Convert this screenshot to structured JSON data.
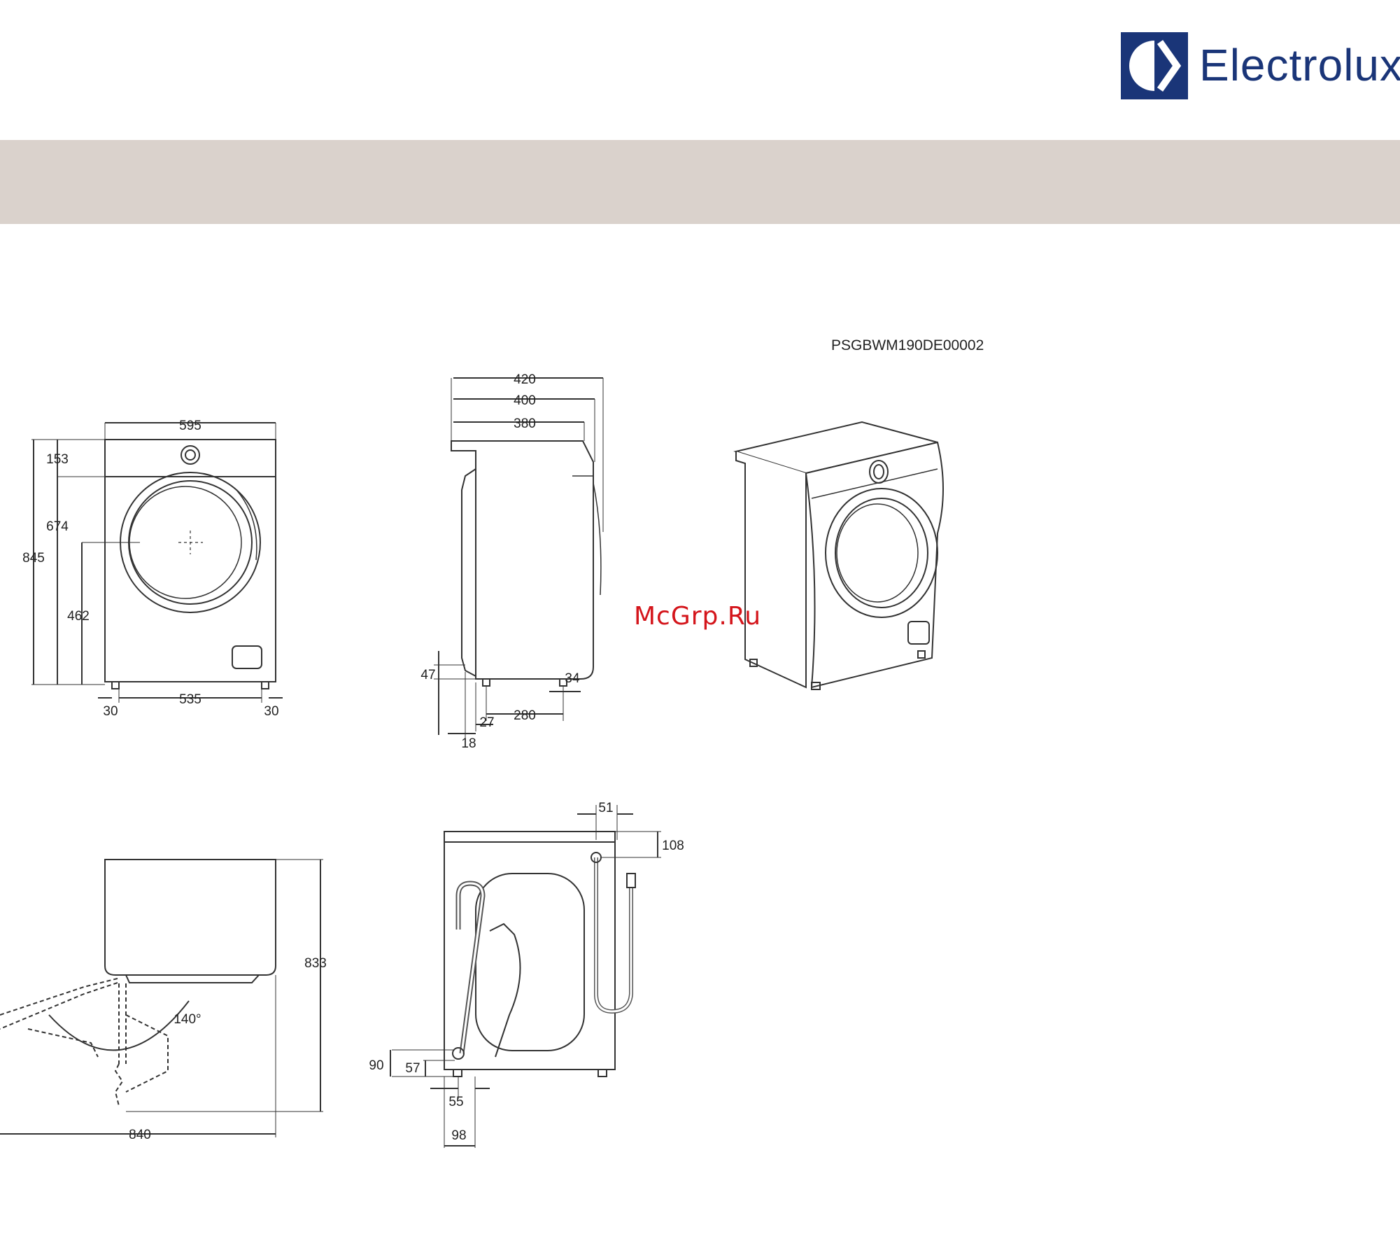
{
  "brand": {
    "name": "Electrolux",
    "color": "#1a3578",
    "band_color": "#dad2cc"
  },
  "document_code": "PSGBWM190DE00002",
  "watermark": "McGrp.Ru",
  "front_view": {
    "width": "595",
    "height_total": "845",
    "top_panel": "153",
    "door_top": "674",
    "door_center": "462",
    "feet_spacing": "535",
    "foot_offset_left": "30",
    "foot_offset_right": "30"
  },
  "side_view": {
    "depth_max": "420",
    "depth_mid": "400",
    "depth_body": "380",
    "foot_height": "47",
    "door_protrusion": "18",
    "front_foot_offset": "27",
    "feet_spacing": "280",
    "rear_foot_offset": "34"
  },
  "top_view": {
    "door_opening_depth": "840",
    "height": "833",
    "door_angle": "140°"
  },
  "rear_view": {
    "inlet_offset": "51",
    "inlet_height": "108",
    "drain_height": "90",
    "drain_hose_height": "57",
    "drain_offset_a": "55",
    "drain_offset_b": "98"
  }
}
